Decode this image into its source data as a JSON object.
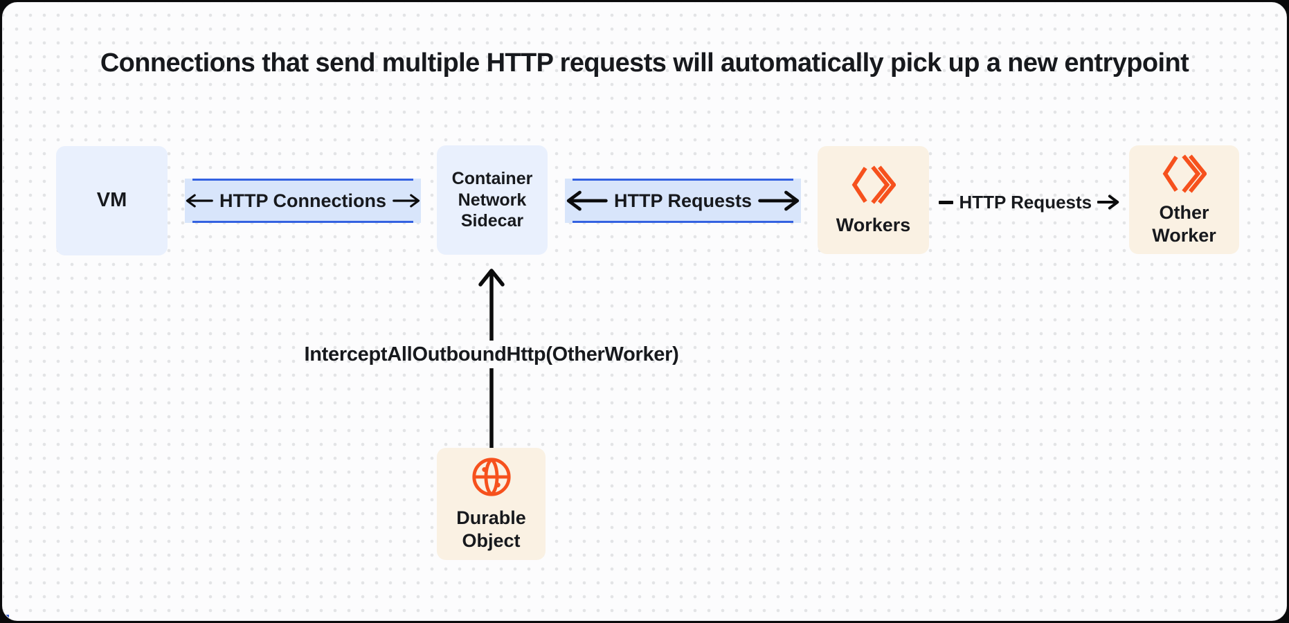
{
  "title": "Connections that send multiple HTTP requests will automatically pick up a new entrypoint",
  "colors": {
    "accent_blue": "#3361E1",
    "band_fill": "#D8E5FB",
    "node_blue": "#E9F0FD",
    "node_cream": "#FAF1E3",
    "brand_orange": "#F6511D",
    "ink": "#17191D"
  },
  "nodes": {
    "vm": {
      "label": "VM"
    },
    "sidecar": {
      "label": "Container Network Sidecar"
    },
    "workers": {
      "label": "Workers",
      "icon": "workers-logo-icon"
    },
    "other_worker": {
      "label": "Other Worker",
      "icon": "workers-logo-icon"
    },
    "durable_object": {
      "label": "Durable Object",
      "icon": "globe-icon"
    }
  },
  "connections": {
    "vm_to_sidecar": {
      "label": "HTTP Connections",
      "direction": "bidirectional"
    },
    "sidecar_to_workers": {
      "label": "HTTP Requests",
      "direction": "bidirectional"
    },
    "workers_to_other_worker": {
      "label": "HTTP Requests",
      "direction": "right"
    },
    "durable_object_to_sidecar": {
      "label": "InterceptAllOutboundHttp(OtherWorker)",
      "direction": "up"
    }
  }
}
